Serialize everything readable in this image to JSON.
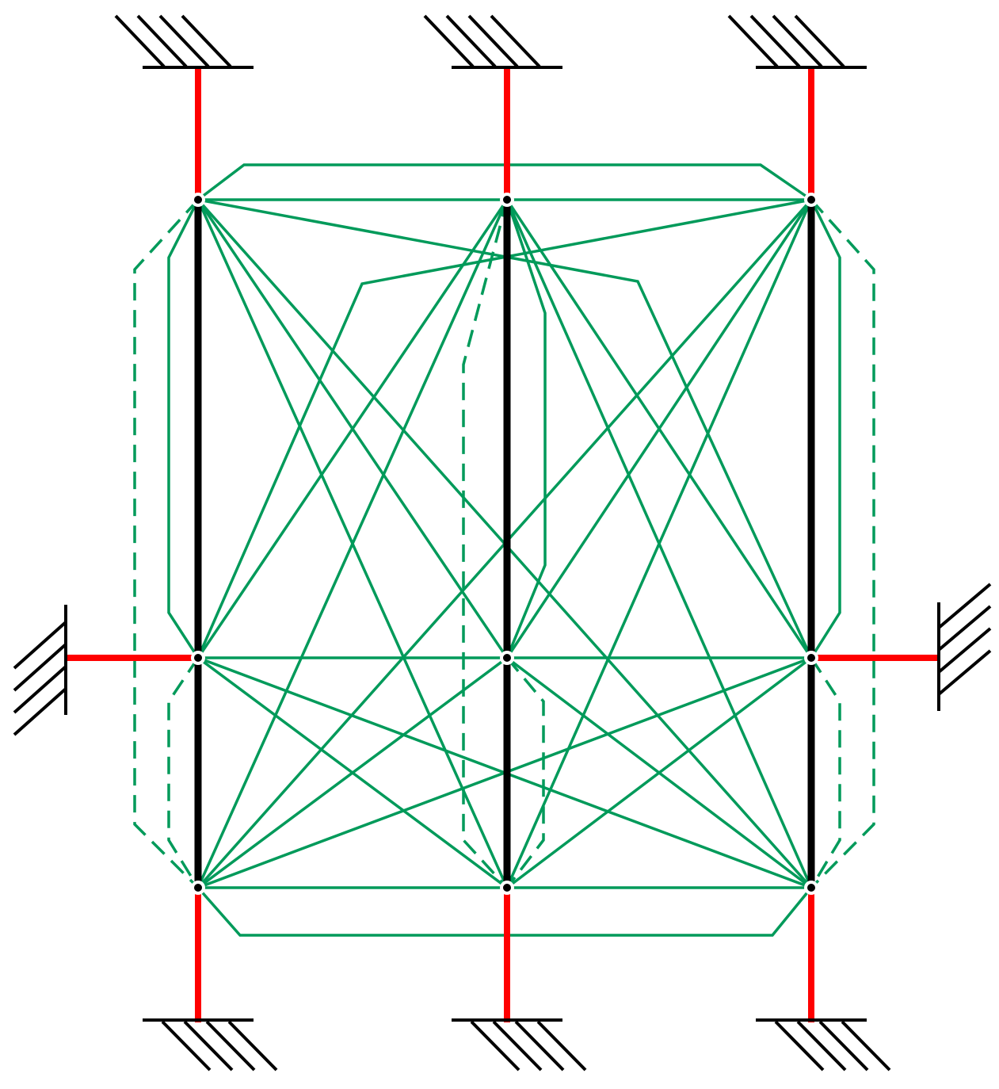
{
  "colors": {
    "column": "#000000",
    "support_link": "#ff0000",
    "brace": "#009a5a",
    "ground": "#000000",
    "node": "#000000"
  },
  "nodes": [
    "TL",
    "TC",
    "TR",
    "ML",
    "MC",
    "MR",
    "BL",
    "BC",
    "BR"
  ],
  "columns": [
    [
      "TL",
      "ML"
    ],
    [
      "ML",
      "BL"
    ],
    [
      "TC",
      "MC"
    ],
    [
      "MC",
      "BC"
    ],
    [
      "TR",
      "MR"
    ],
    [
      "MR",
      "BR"
    ]
  ],
  "supports": [
    {
      "node": "TL",
      "side": "top"
    },
    {
      "node": "TC",
      "side": "top"
    },
    {
      "node": "TR",
      "side": "top"
    },
    {
      "node": "BL",
      "side": "bottom"
    },
    {
      "node": "BC",
      "side": "bottom"
    },
    {
      "node": "BR",
      "side": "bottom"
    },
    {
      "node": "ML",
      "side": "left"
    },
    {
      "node": "MR",
      "side": "right"
    }
  ],
  "braces_straight": [
    [
      "TL",
      "TR"
    ],
    [
      "ML",
      "MR"
    ],
    [
      "BL",
      "BR"
    ],
    [
      "TL",
      "MC"
    ],
    [
      "TL",
      "BC"
    ],
    [
      "TL",
      "BR"
    ],
    [
      "TC",
      "ML"
    ],
    [
      "TC",
      "MR"
    ],
    [
      "TC",
      "BL"
    ],
    [
      "TC",
      "BR"
    ],
    [
      "TR",
      "MC"
    ],
    [
      "TR",
      "BC"
    ],
    [
      "TR",
      "BL"
    ],
    [
      "ML",
      "BC"
    ],
    [
      "ML",
      "BR"
    ],
    [
      "MC",
      "BL"
    ],
    [
      "MC",
      "BR"
    ],
    [
      "MR",
      "BL"
    ],
    [
      "MR",
      "BC"
    ]
  ],
  "braces_bent": [
    {
      "from": "TL",
      "to": "TR",
      "route": "over-top",
      "style": "solid"
    },
    {
      "from": "BL",
      "to": "BR",
      "route": "under-bottom",
      "style": "solid"
    },
    {
      "from": "TL",
      "to": "MR",
      "route": "kinked",
      "style": "solid"
    },
    {
      "from": "TR",
      "to": "ML",
      "route": "kinked",
      "style": "solid"
    },
    {
      "from": "TL",
      "to": "ML",
      "route": "outside-left-inner",
      "style": "solid"
    },
    {
      "from": "TL",
      "to": "BL",
      "route": "outside-left-outer",
      "style": "dashed"
    },
    {
      "from": "ML",
      "to": "BL",
      "route": "outside-left-inner",
      "style": "dashed"
    },
    {
      "from": "TR",
      "to": "MR",
      "route": "outside-right-inner",
      "style": "solid"
    },
    {
      "from": "TR",
      "to": "BR",
      "route": "outside-right-outer",
      "style": "dashed"
    },
    {
      "from": "MR",
      "to": "BR",
      "route": "outside-right-inner",
      "style": "dashed"
    },
    {
      "from": "TC",
      "to": "MC",
      "route": "center-right",
      "style": "solid"
    },
    {
      "from": "TC",
      "to": "BC",
      "route": "center-left",
      "style": "dashed"
    },
    {
      "from": "MC",
      "to": "BC",
      "route": "center-right",
      "style": "dashed"
    }
  ]
}
